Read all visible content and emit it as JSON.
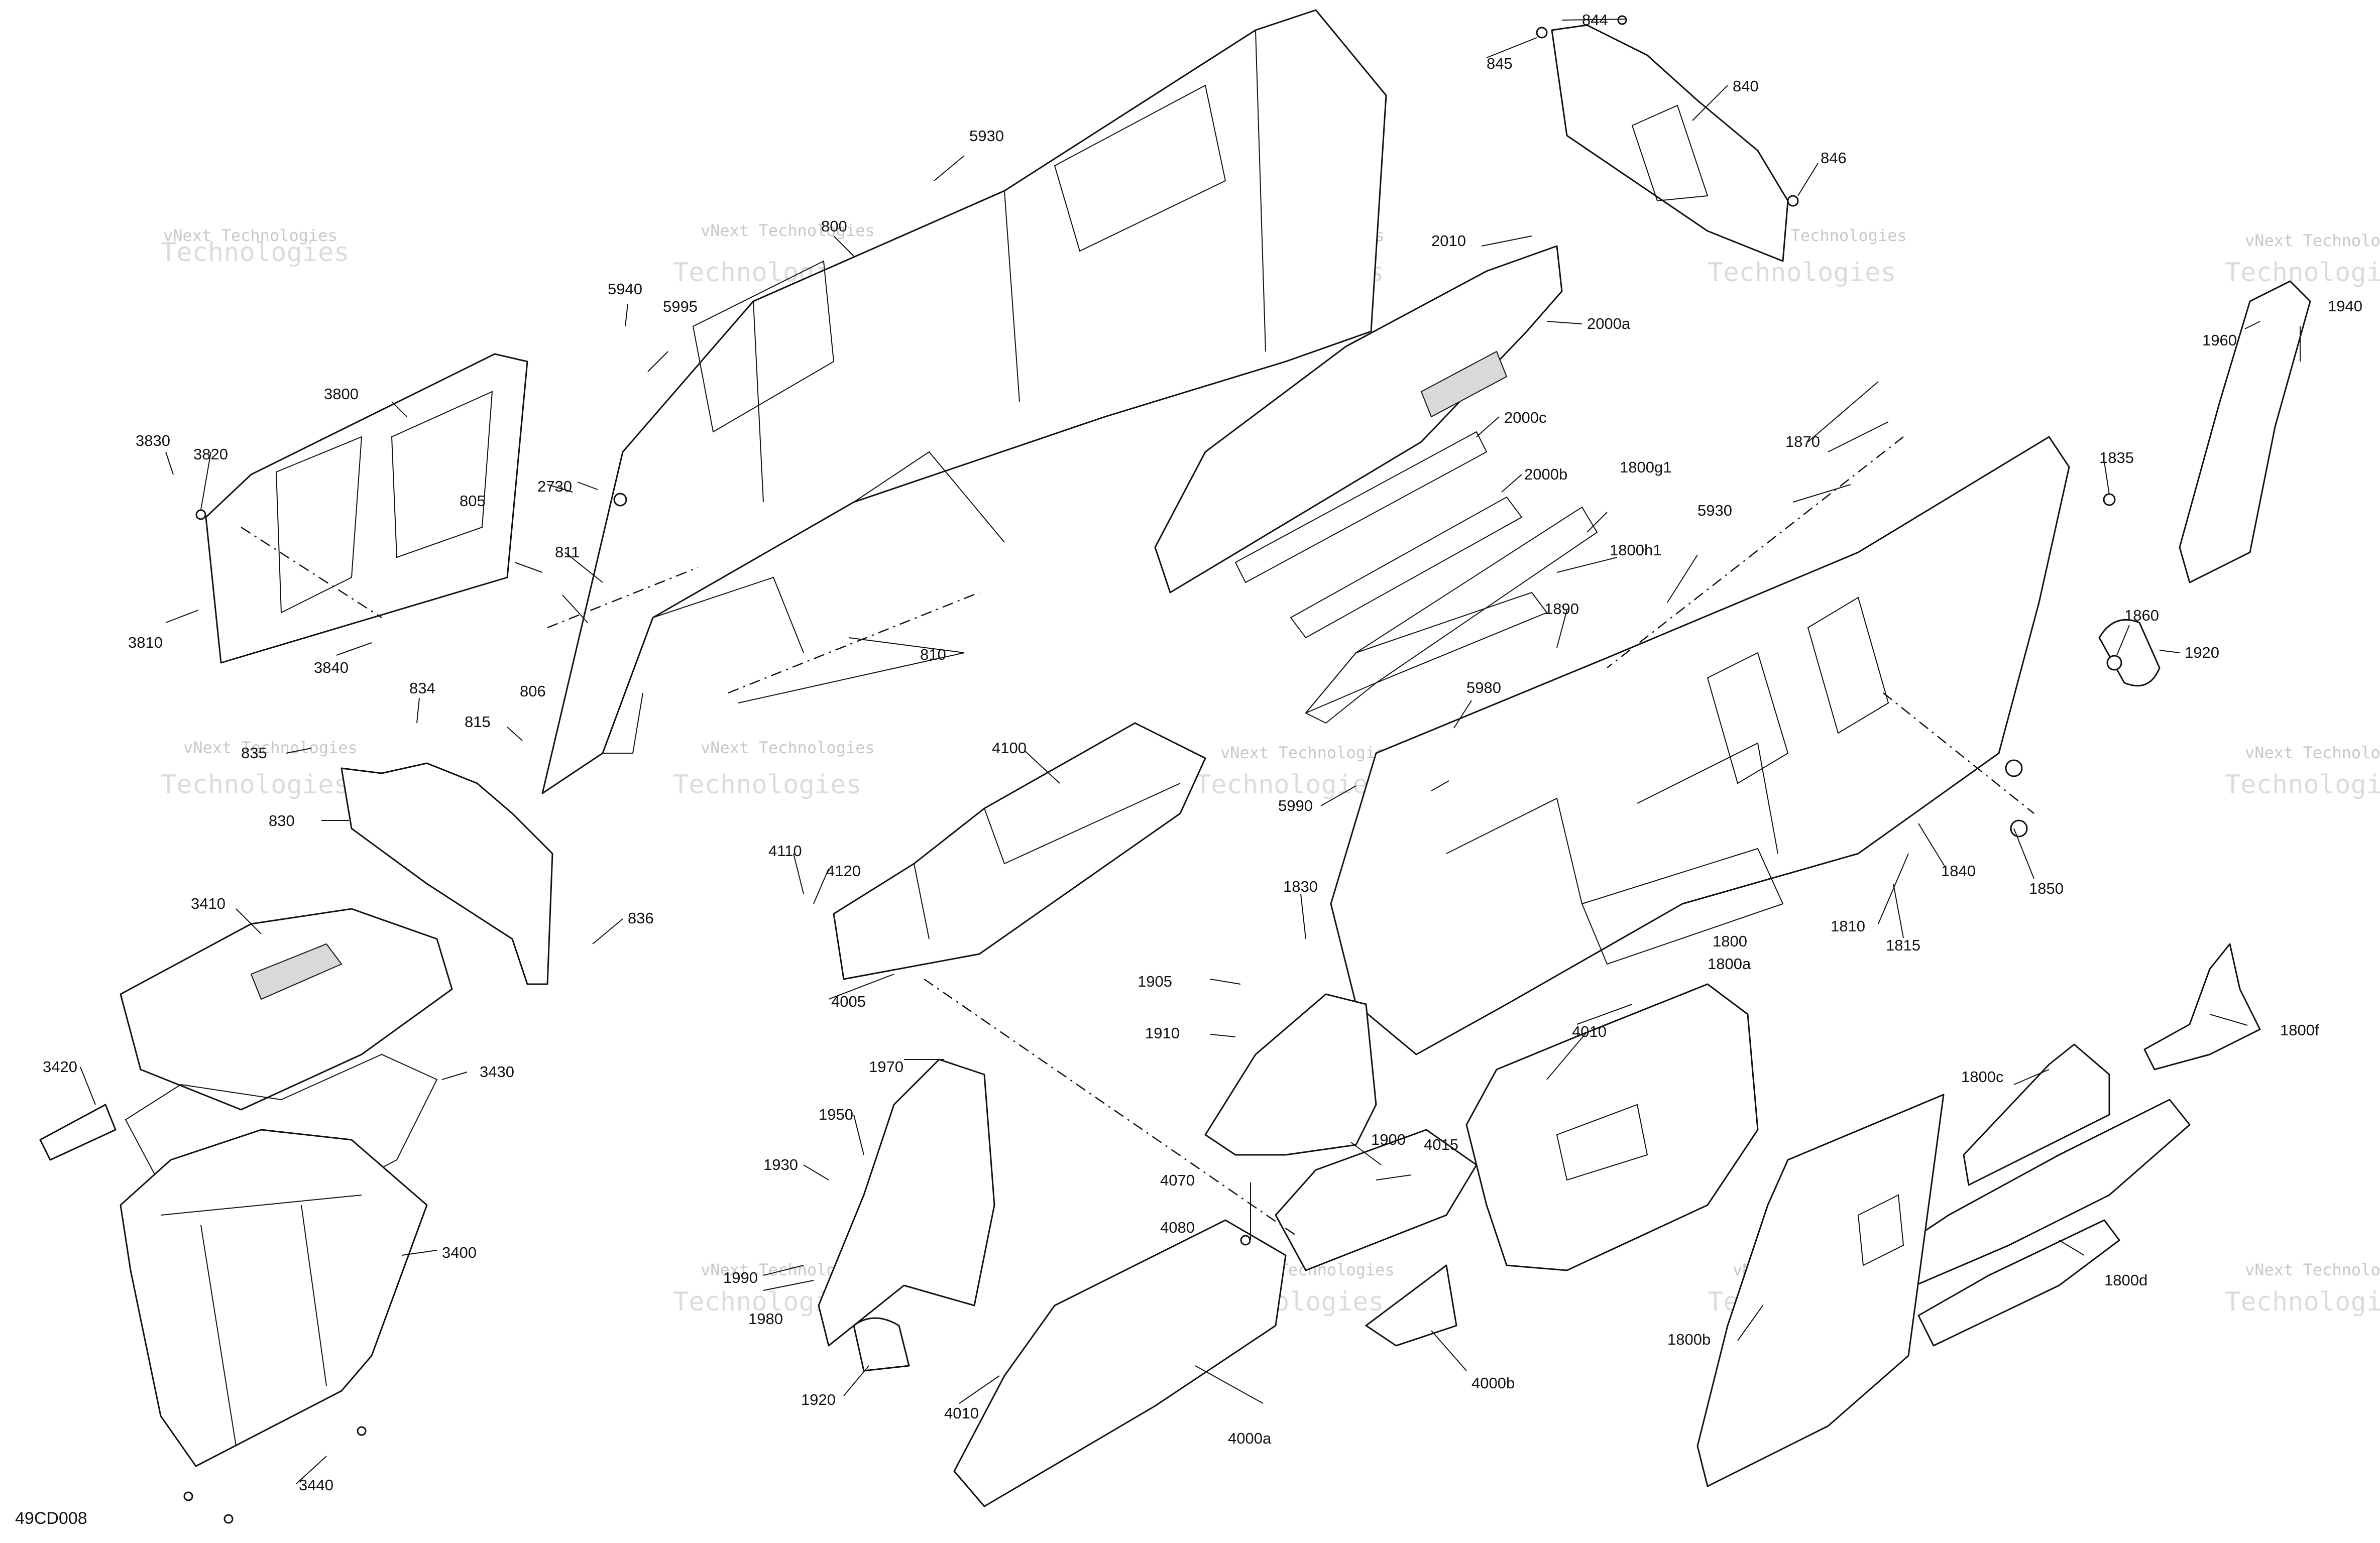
{
  "diagram": {
    "drawing_id": "49CD008",
    "watermark": {
      "line1": "vNext Technologies",
      "line2": "Technologies"
    },
    "part_numbers": {
      "p800": "800",
      "p805": "805",
      "p806": "806",
      "p810": "810",
      "p811": "811",
      "p815": "815",
      "p830": "830",
      "p834": "834",
      "p835": "835",
      "p836": "836",
      "p840": "840",
      "p844": "844",
      "p845": "845",
      "p846": "846",
      "p1800": "1800",
      "p1800a": "1800a",
      "p1800b": "1800b",
      "p1800c": "1800c",
      "p1800d": "1800d",
      "p1800f": "1800f",
      "p1800g1": "1800g1",
      "p1800h1": "1800h1",
      "p1810": "1810",
      "p1815": "1815",
      "p1830": "1830",
      "p1835": "1835",
      "p1840": "1840",
      "p1850": "1850",
      "p1860": "1860",
      "p1870": "1870",
      "p1890": "1890",
      "p1900": "1900",
      "p1905": "1905",
      "p1910": "1910",
      "p1920": "1920",
      "p1930": "1930",
      "p1940": "1940",
      "p1950": "1950",
      "p1960": "1960",
      "p1970": "1970",
      "p1980": "1980",
      "p1990": "1990",
      "p2000a": "2000a",
      "p2000b": "2000b",
      "p2000c": "2000c",
      "p2010": "2010",
      "p2730": "2730",
      "p3400": "3400",
      "p3410": "3410",
      "p3420": "3420",
      "p3430": "3430",
      "p3440": "3440",
      "p3800": "3800",
      "p3810": "3810",
      "p3820": "3820",
      "p3830": "3830",
      "p3840": "3840",
      "p4000a": "4000a",
      "p4000b": "4000b",
      "p4005": "4005",
      "p4010": "4010",
      "p4015": "4015",
      "p4070": "4070",
      "p4080": "4080",
      "p4100": "4100",
      "p4110": "4110",
      "p4120": "4120",
      "p5930": "5930",
      "p5940": "5940",
      "p5980": "5980",
      "p5990": "5990",
      "p5995": "5995"
    }
  }
}
